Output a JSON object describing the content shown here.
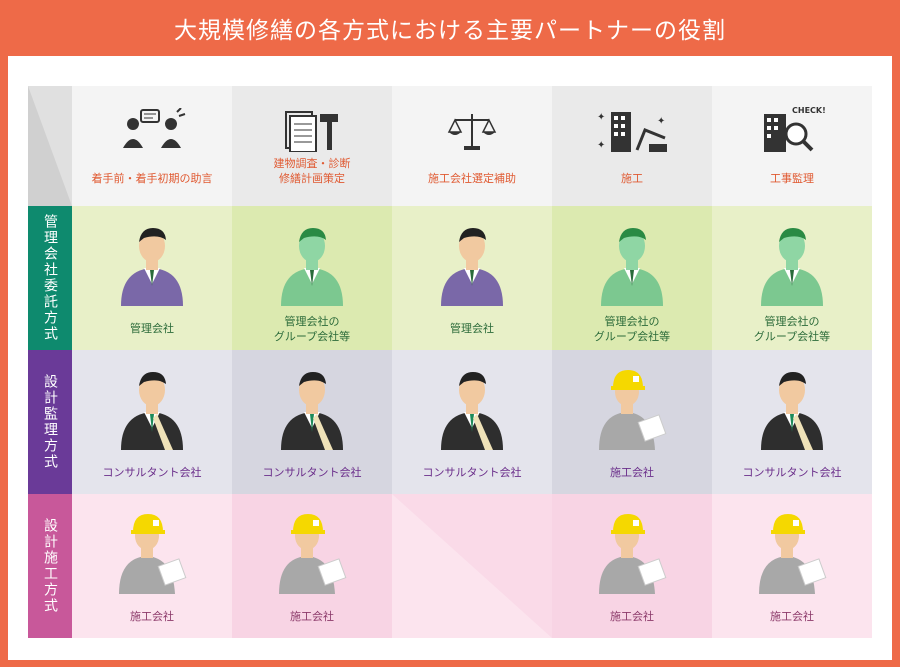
{
  "title": "大規模修繕の各方式における主要パートナーの役割",
  "columns": [
    {
      "label": "着手前・着手初期の助言",
      "icon": "consultation-icon"
    },
    {
      "label": "建物調査・診断\n修繕計画策定",
      "icon": "document-hammer-icon"
    },
    {
      "label": "施工会社選定補助",
      "icon": "scales-icon"
    },
    {
      "label": "施工",
      "icon": "building-crane-icon"
    },
    {
      "label": "工事監理",
      "icon": "building-check-icon",
      "badge": "CHECK!"
    }
  ],
  "rows": [
    {
      "label": "管理会社委託方式",
      "color": "#0e8a6e",
      "cells": [
        {
          "text": "管理会社",
          "figure": "purple-suit"
        },
        {
          "text": "管理会社の\nグループ会社等",
          "figure": "green-suit"
        },
        {
          "text": "管理会社",
          "figure": "purple-suit"
        },
        {
          "text": "管理会社の\nグループ会社等",
          "figure": "green-suit"
        },
        {
          "text": "管理会社の\nグループ会社等",
          "figure": "green-suit"
        }
      ]
    },
    {
      "label": "設計監理方式",
      "color": "#6a3a98",
      "cells": [
        {
          "text": "コンサルタント会社",
          "figure": "consultant"
        },
        {
          "text": "コンサルタント会社",
          "figure": "consultant"
        },
        {
          "text": "コンサルタント会社",
          "figure": "consultant"
        },
        {
          "text": "施工会社",
          "figure": "worker"
        },
        {
          "text": "コンサルタント会社",
          "figure": "consultant"
        }
      ]
    },
    {
      "label": "設計施工方式",
      "color": "#c8589a",
      "cells": [
        {
          "text": "施工会社",
          "figure": "worker"
        },
        {
          "text": "施工会社",
          "figure": "worker"
        },
        {
          "text": "",
          "figure": "none"
        },
        {
          "text": "施工会社",
          "figure": "worker"
        },
        {
          "text": "施工会社",
          "figure": "worker"
        }
      ]
    }
  ],
  "colors": {
    "header_bg": "#ee6a48",
    "row1_a": "#e8f0c8",
    "row1_b": "#dceab0",
    "row2_a": "#e4e4ec",
    "row2_b": "#d6d6e0",
    "row3_a": "#fce4ee",
    "row3_b": "#f8d4e4"
  }
}
